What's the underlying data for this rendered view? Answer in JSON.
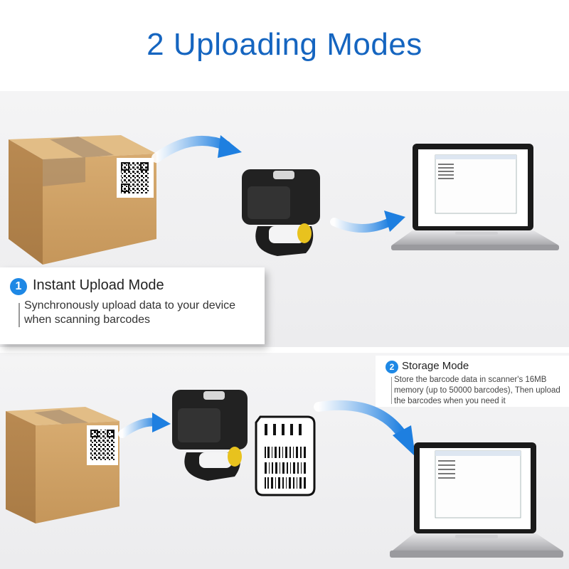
{
  "title": "2 Uploading Modes",
  "modes": [
    {
      "number": "1",
      "heading": "Instant Upload Mode",
      "description": "Synchronously upload data to your device when scanning barcodes"
    },
    {
      "number": "2",
      "heading": "Storage Mode",
      "description": "Store the barcode data in scanner's 16MB memory (up to 50000 barcodes), Then upload the barcodes when you need it"
    }
  ],
  "colors": {
    "title": "#1565c0",
    "accent": "#1e88e5",
    "box": "#c99c62",
    "tape": "#a38463",
    "scanner_trigger": "#e8c21e"
  },
  "icons": [
    "package-box-icon",
    "qr-code-icon",
    "ring-scanner-icon",
    "laptop-icon",
    "memory-card-icon",
    "barcode-icon",
    "curved-arrow-icon"
  ]
}
